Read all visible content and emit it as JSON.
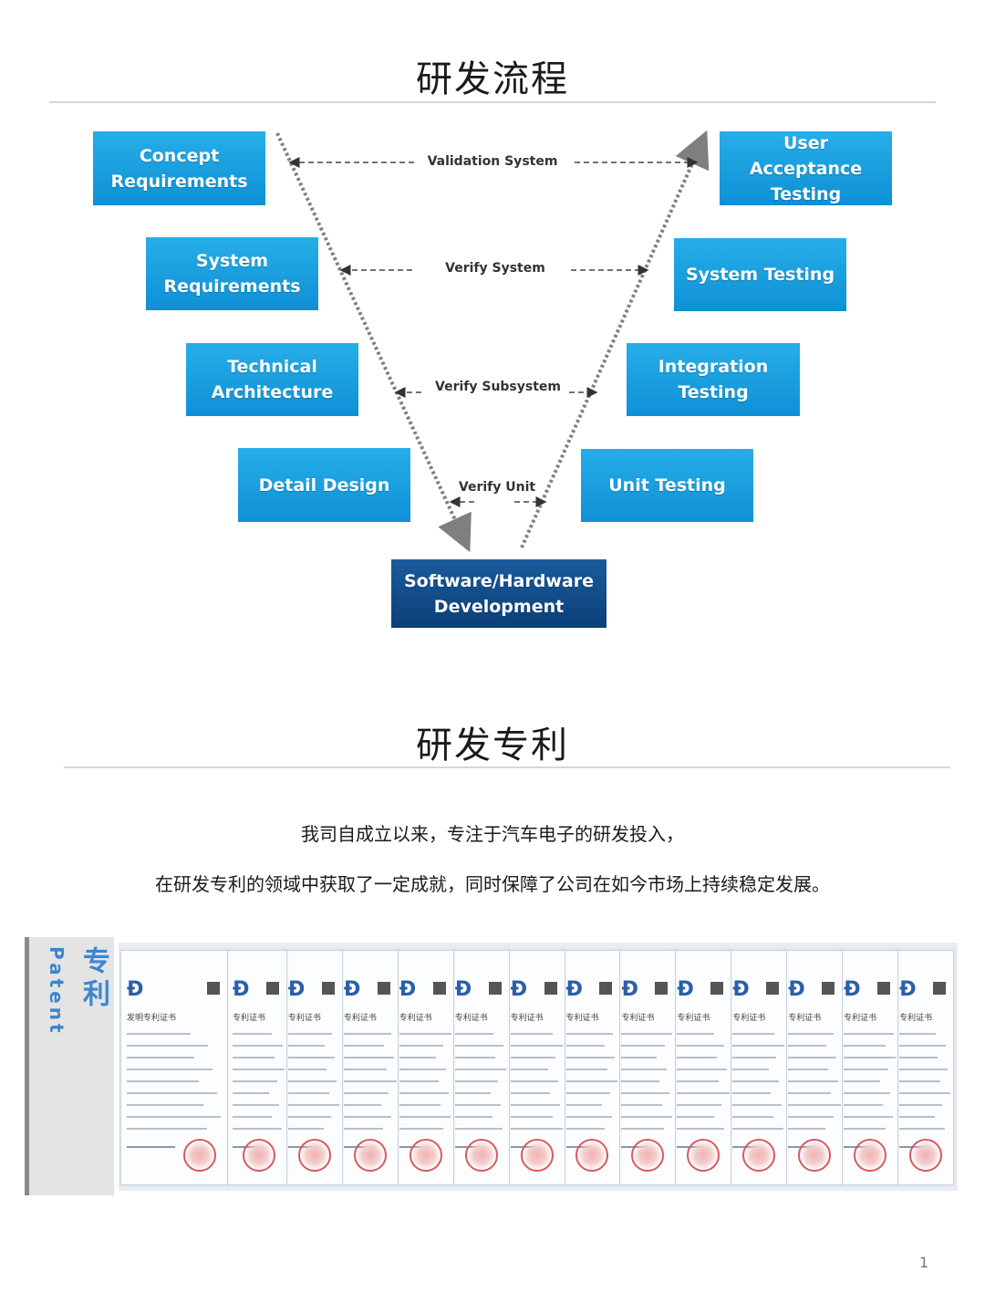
{
  "section1": {
    "title": "研发流程"
  },
  "vmodel": {
    "left": [
      {
        "label": "Concept\nRequirements"
      },
      {
        "label": "System\nRequirements"
      },
      {
        "label": "Technical\nArchitecture"
      },
      {
        "label": "Detail Design"
      }
    ],
    "right": [
      {
        "label": "User Acceptance\nTesting"
      },
      {
        "label": "System Testing"
      },
      {
        "label": "Integration\nTesting"
      },
      {
        "label": "Unit Testing"
      }
    ],
    "bottom": {
      "label": "Software/Hardware\nDevelopment"
    },
    "links": [
      {
        "label": "Validation System"
      },
      {
        "label": "Verify System"
      },
      {
        "label": "Verify  Subsystem"
      },
      {
        "label": "Verify Unit"
      }
    ],
    "colors": {
      "box": "#1a9fe0",
      "box_dark": "#0b3f78",
      "arrow": "#7f7f7f"
    }
  },
  "section2": {
    "title": "研发专利",
    "line1": "我司自成立以来，专注于汽车电子的研发投入，",
    "line2": "在研发专利的领域中获取了一定成就，同时保障了公司在如今市场上持续稳定发展。"
  },
  "patent": {
    "zh": "专利",
    "en": "Patent",
    "certs": [
      {
        "header": "发明专利证书"
      },
      {
        "header": "专利证书"
      },
      {
        "header": "专利证书"
      },
      {
        "header": "专利证书"
      },
      {
        "header": "专利证书"
      },
      {
        "header": "专利证书"
      },
      {
        "header": "专利证书"
      },
      {
        "header": "专利证书"
      },
      {
        "header": "专利证书"
      },
      {
        "header": "专利证书"
      },
      {
        "header": "专利证书"
      },
      {
        "header": "专利证书"
      },
      {
        "header": "专利证书"
      },
      {
        "header": "专利证书"
      }
    ]
  },
  "page_number": "1"
}
